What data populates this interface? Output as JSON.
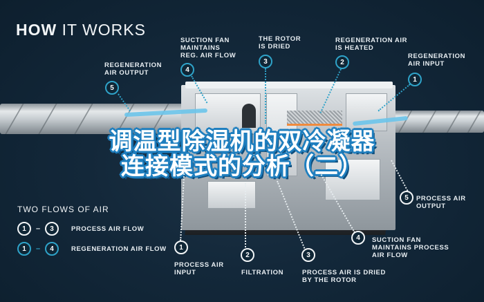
{
  "header": {
    "title_bold": "HOW",
    "title_rest": " IT WORKS"
  },
  "overlay_title": {
    "line1": "调温型除湿机的双冷凝器",
    "line2": "连接模式的分析（二）"
  },
  "top_callouts": [
    {
      "number": "5",
      "text": "REGENERATION\nAIR OUTPUT"
    },
    {
      "number": "4",
      "text": "SUCTION FAN\nMAINTAINS\nREG. AIR FLOW"
    },
    {
      "number": "3",
      "text": "THE ROTOR\nIS DRIED"
    },
    {
      "number": "2",
      "text": "REGENERATION AIR\nIS HEATED"
    },
    {
      "number": "1",
      "text": "REGENERATION\nAIR INPUT"
    }
  ],
  "bottom_callouts": [
    {
      "number": "1",
      "text": "PROCESS AIR\nINPUT"
    },
    {
      "number": "2",
      "text": "FILTRATION"
    },
    {
      "number": "3",
      "text": "PROCESS AIR IS DRIED\nBY THE ROTOR"
    },
    {
      "number": "4",
      "text": "SUCTION FAN\nMAINTAINS PROCESS\nAIR FLOW"
    },
    {
      "number": "5",
      "text": "PROCESS AIR\nOUTPUT"
    }
  ],
  "legend": {
    "title": "TWO FLOWS OF AIR",
    "items": [
      {
        "from": "1",
        "to": "3",
        "label": "PROCESS AIR FLOW",
        "style": "white"
      },
      {
        "from": "1",
        "to": "4",
        "label": "REGENERATION AIR FLOW",
        "style": "blue"
      }
    ]
  },
  "colors": {
    "background": "#13283a",
    "regeneration_accent": "#2fa3c9",
    "process_accent": "#f2f5f7",
    "title_outline": "#1f7fbf",
    "heater": "#f08a3c"
  }
}
